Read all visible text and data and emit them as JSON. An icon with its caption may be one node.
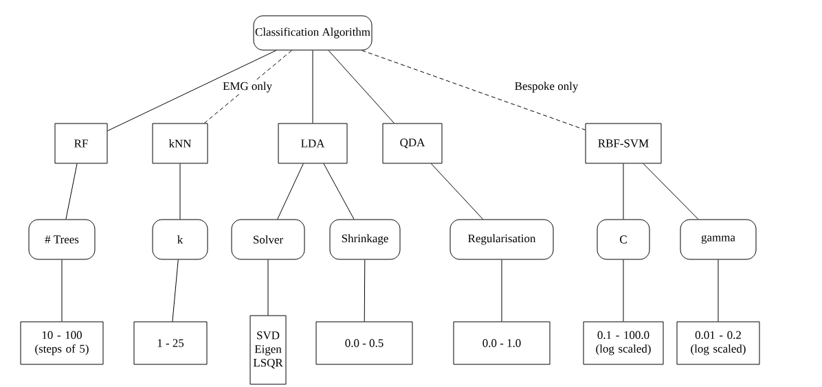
{
  "diagram": {
    "nodes": [
      {
        "text": [
          "Classification Algorithm"
        ]
      },
      {
        "text": [
          "RF"
        ]
      },
      {
        "text": [
          "kNN"
        ]
      },
      {
        "text": [
          "LDA"
        ]
      },
      {
        "text": [
          "QDA"
        ]
      },
      {
        "text": [
          "RBF-SVM"
        ]
      },
      {
        "text": [
          "# Trees"
        ]
      },
      {
        "text": [
          "k"
        ]
      },
      {
        "text": [
          "Solver"
        ]
      },
      {
        "text": [
          "Shrinkage"
        ]
      },
      {
        "text": [
          "Regularisation"
        ]
      },
      {
        "text": [
          "C"
        ]
      },
      {
        "text": [
          "gamma"
        ]
      },
      {
        "text": [
          "10 - 100 (steps of 5)"
        ]
      },
      {
        "text": [
          "1 - 25"
        ]
      },
      {
        "text": [
          "SVD Eigen LSQR"
        ]
      },
      {
        "text": [
          "0.0 - 0.5"
        ]
      },
      {
        "text": [
          "0.0 - 1.0"
        ]
      },
      {
        "text": [
          "0.1 - 100.0 (log scaled)"
        ]
      },
      {
        "text": [
          "0.01 - 0.2 (log scaled)"
        ]
      }
    ],
    "edges": [
      {
        "from": 0,
        "to": 1,
        "arrow": "none"
      },
      {
        "from": 0,
        "to": 2,
        "arrow": "none",
        "style": "dashed",
        "label": "EMG only"
      },
      {
        "from": 0,
        "to": 3,
        "arrow": "none"
      },
      {
        "from": 0,
        "to": 4,
        "arrow": "none"
      },
      {
        "from": 0,
        "to": 5,
        "arrow": "none",
        "style": "dashed",
        "label": "Bespoke only"
      },
      {
        "from": 1,
        "to": 6,
        "arrow": "none"
      },
      {
        "from": 2,
        "to": 7,
        "arrow": "none"
      },
      {
        "from": 3,
        "to": 8,
        "arrow": "none"
      },
      {
        "from": 3,
        "to": 9,
        "arrow": "none"
      },
      {
        "from": 4,
        "to": 10,
        "arrow": "none"
      },
      {
        "from": 5,
        "to": 11,
        "arrow": "none"
      },
      {
        "from": 5,
        "to": 12,
        "arrow": "none"
      },
      {
        "from": 6,
        "to": 13,
        "arrow": "none"
      },
      {
        "from": 7,
        "to": 14,
        "arrow": "none"
      },
      {
        "from": 8,
        "to": 15,
        "arrow": "none"
      },
      {
        "from": 9,
        "to": 16,
        "arrow": "none"
      },
      {
        "from": 10,
        "to": 17,
        "arrow": "none"
      },
      {
        "from": 11,
        "to": 18,
        "arrow": "none"
      },
      {
        "from": 12,
        "to": 19,
        "arrow": "none"
      }
    ]
  }
}
